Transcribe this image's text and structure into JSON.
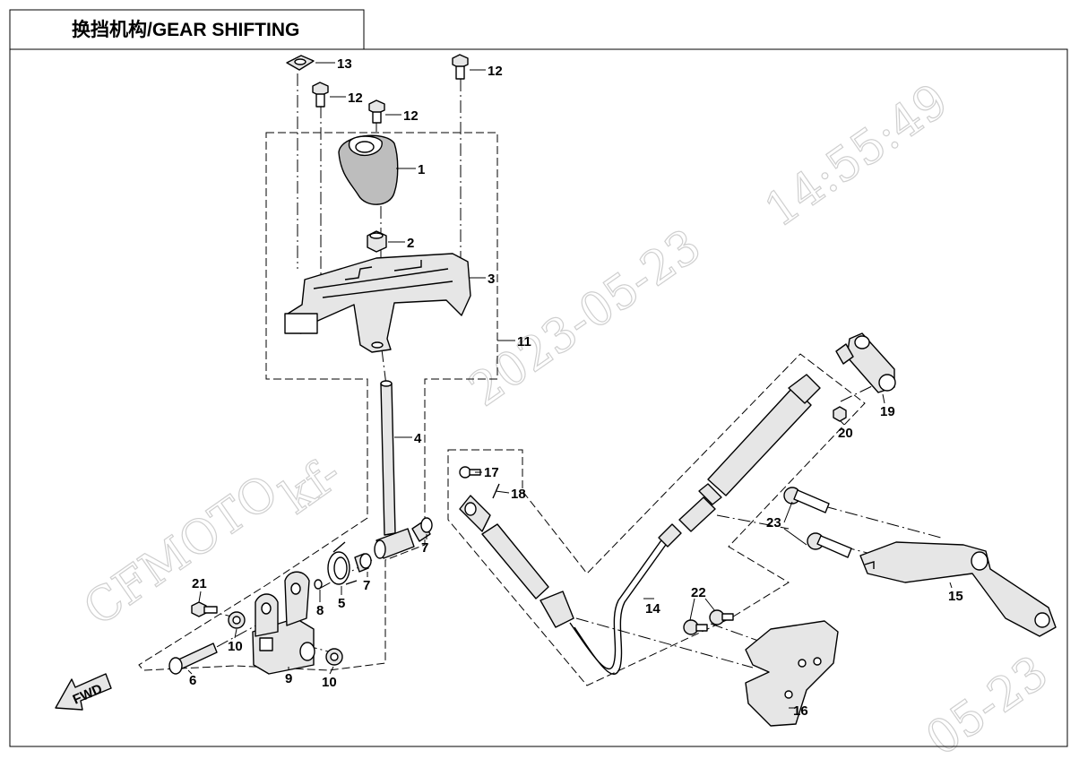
{
  "title": "换挡机构/GEAR SHIFTING",
  "watermark": {
    "brand": "CFMOTO",
    "code": "kf-",
    "date": "2023-05-23",
    "time": "14:55:49",
    "corner": "05-23"
  },
  "direction_label": "FWD",
  "callouts": [
    {
      "id": "13",
      "label": "13"
    },
    {
      "id": "12a",
      "label": "12"
    },
    {
      "id": "12b",
      "label": "12"
    },
    {
      "id": "12c",
      "label": "12"
    },
    {
      "id": "1",
      "label": "1"
    },
    {
      "id": "2",
      "label": "2"
    },
    {
      "id": "3",
      "label": "3"
    },
    {
      "id": "11",
      "label": "11"
    },
    {
      "id": "4",
      "label": "4"
    },
    {
      "id": "7a",
      "label": "7"
    },
    {
      "id": "7b",
      "label": "7"
    },
    {
      "id": "5",
      "label": "5"
    },
    {
      "id": "8",
      "label": "8"
    },
    {
      "id": "21",
      "label": "21"
    },
    {
      "id": "10a",
      "label": "10"
    },
    {
      "id": "10b",
      "label": "10"
    },
    {
      "id": "6",
      "label": "6"
    },
    {
      "id": "9",
      "label": "9"
    },
    {
      "id": "17",
      "label": "17"
    },
    {
      "id": "18",
      "label": "18"
    },
    {
      "id": "14",
      "label": "14"
    },
    {
      "id": "19",
      "label": "19"
    },
    {
      "id": "20",
      "label": "20"
    },
    {
      "id": "23",
      "label": "23"
    },
    {
      "id": "15",
      "label": "15"
    },
    {
      "id": "22",
      "label": "22"
    },
    {
      "id": "16",
      "label": "16"
    }
  ]
}
